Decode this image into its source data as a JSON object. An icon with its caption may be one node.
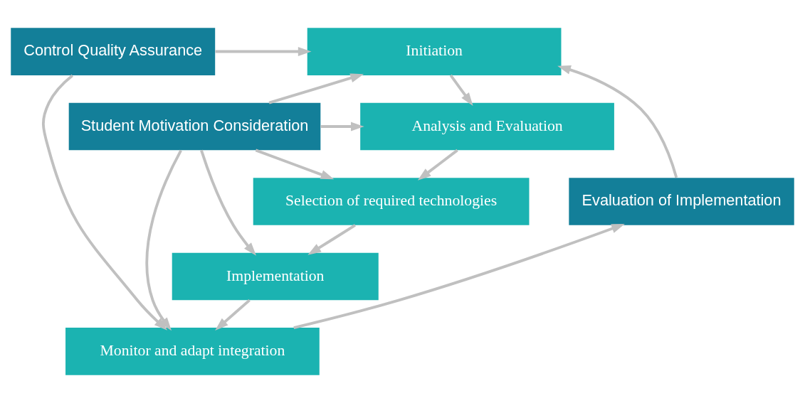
{
  "diagram": {
    "nodes": [
      {
        "text": [
          "Initiation"
        ]
      },
      {
        "text": [
          "Analysis and Evaluation"
        ]
      },
      {
        "text": [
          "Selection of required technologies"
        ]
      },
      {
        "text": [
          "Implementation"
        ]
      },
      {
        "text": [
          "Monitor and adapt integration"
        ]
      },
      {
        "text": [
          "Student Motivation Consideration"
        ]
      },
      {
        "text": [
          "Evaluation of Implementation"
        ]
      },
      {
        "text": [
          "Control Quality Assurance"
        ]
      }
    ],
    "edges": [
      {
        "from": 0,
        "to": 1,
        "arrow": "to"
      },
      {
        "from": 1,
        "to": 2,
        "arrow": "to"
      },
      {
        "from": 2,
        "to": 3,
        "arrow": "to"
      },
      {
        "from": 3,
        "to": 4,
        "arrow": "to"
      },
      {
        "from": 5,
        "to": 0,
        "arrow": "to"
      },
      {
        "from": 5,
        "to": 1,
        "arrow": "to"
      },
      {
        "from": 5,
        "to": 2,
        "arrow": "to"
      },
      {
        "from": 5,
        "to": 3,
        "arrow": "to"
      },
      {
        "from": 5,
        "to": 4,
        "arrow": "to"
      },
      {
        "from": 7,
        "to": 0,
        "arrow": "to"
      },
      {
        "from": 7,
        "to": 4,
        "arrow": "to"
      },
      {
        "from": 4,
        "to": 6,
        "arrow": "to"
      },
      {
        "from": 6,
        "to": 0,
        "arrow": "to"
      }
    ]
  }
}
